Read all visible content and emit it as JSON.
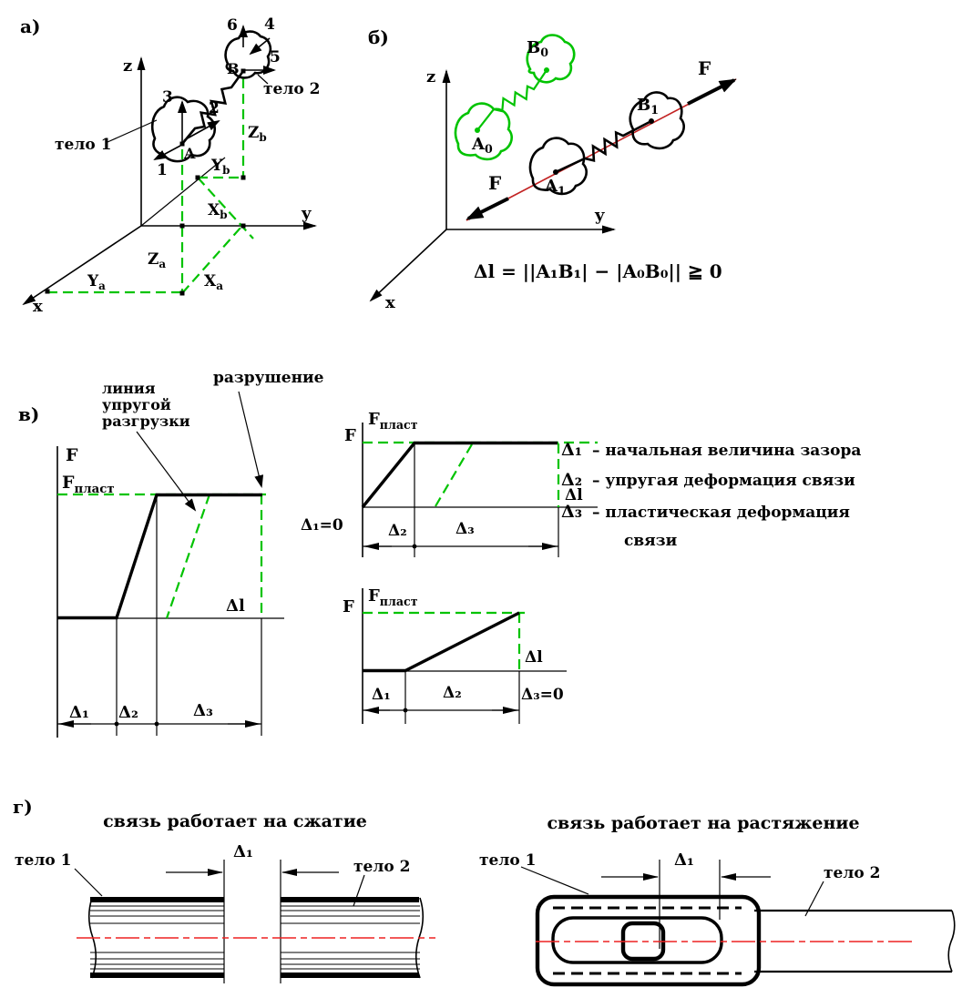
{
  "colors": {
    "green": "#00c300",
    "red_axis_line": "#c22222",
    "centerline_red": "#ee2222",
    "ink": "#000000"
  },
  "panel_a": {
    "tag": "а)",
    "axes": {
      "x": "x",
      "y": "y",
      "z": "z"
    },
    "body1_label": "тело 1",
    "body2_label": "тело 2",
    "point_a": "A",
    "point_b": "B",
    "dof1": "1",
    "dof2": "2",
    "dof3": "3",
    "dof4": "4",
    "dof5": "5",
    "dof6": "6",
    "coord_zb": {
      "base": "Z",
      "sub": "b"
    },
    "coord_yb": {
      "base": "Y",
      "sub": "b"
    },
    "coord_xb": {
      "base": "X",
      "sub": "b"
    },
    "coord_za": {
      "base": "Z",
      "sub": "a"
    },
    "coord_ya": {
      "base": "Y",
      "sub": "a"
    },
    "coord_xa": {
      "base": "X",
      "sub": "a"
    }
  },
  "panel_b": {
    "tag": "б)",
    "axes": {
      "x": "x",
      "y": "y",
      "z": "z"
    },
    "point_a0": {
      "base": "A",
      "sub": "0"
    },
    "point_b0": {
      "base": "B",
      "sub": "0"
    },
    "point_a1": {
      "base": "A",
      "sub": "1"
    },
    "point_b1": {
      "base": "B",
      "sub": "1"
    },
    "force_label": "F",
    "formula": "Δl = ||A₁B₁| − |A₀B₀|| ≧ 0"
  },
  "panel_v": {
    "tag": "в)",
    "unload_line_note": [
      "линия",
      "упругой",
      "разгрузки"
    ],
    "fracture_note": "разрушение",
    "axis_f": "F",
    "f_plast": {
      "base": "F",
      "sub": "пласт"
    },
    "axis_dl": "Δl",
    "dim_d1": "Δ₁",
    "dim_d2": "Δ₂",
    "dim_d3": "Δ₃",
    "d1_zero": "Δ₁=0",
    "d3_zero": "Δ₃=0",
    "legend": [
      {
        "sym": "Δ₁",
        "desc": "– начальная величина зазора"
      },
      {
        "sym": "Δ₂",
        "desc": "– упругая деформация связи"
      },
      {
        "sym": "Δ₃",
        "desc": "– пластическая деформация",
        "desc2": "связи"
      }
    ]
  },
  "panel_g": {
    "tag": "г)",
    "left_title": "связь работает на сжатие",
    "right_title": "связь работает на растяжение",
    "body1_label": "тело 1",
    "body2_label": "тело 2",
    "gap_dim": "Δ₁"
  }
}
